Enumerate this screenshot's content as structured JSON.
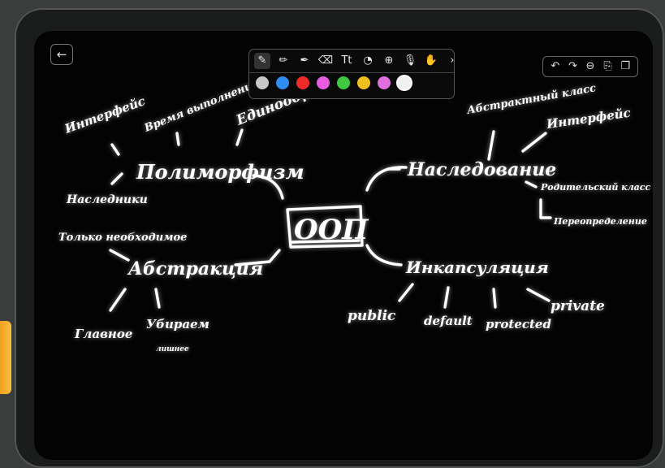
{
  "header": {
    "back_icon": "arrow-left-icon",
    "back_glyph": "←"
  },
  "toolbar": {
    "tools": [
      {
        "name": "pen-tool",
        "glyph": "✎",
        "active": true
      },
      {
        "name": "pencil-tool",
        "glyph": "✏",
        "active": false
      },
      {
        "name": "marker-tool",
        "glyph": "✒",
        "active": false
      },
      {
        "name": "eraser-tool",
        "glyph": "⌫",
        "active": false
      },
      {
        "name": "text-tool",
        "glyph": "Tt",
        "active": false
      },
      {
        "name": "shape-tool",
        "glyph": "◔",
        "active": false
      },
      {
        "name": "add-tool",
        "glyph": "⊕",
        "active": false
      },
      {
        "name": "mic-tool",
        "glyph": "🎙",
        "active": false
      },
      {
        "name": "lasso-tool",
        "glyph": "✋",
        "active": false
      },
      {
        "name": "more-tools",
        "glyph": "›",
        "active": false
      }
    ],
    "colors": [
      "#c8c8c8",
      "#2f8cf0",
      "#ee2a2a",
      "#e85ce0",
      "#40c840",
      "#f0c020",
      "#e070e0",
      "#f0f0f0"
    ],
    "selected_color": "#f0f0f0"
  },
  "right_tools": [
    {
      "name": "undo-icon",
      "glyph": "↶"
    },
    {
      "name": "redo-icon",
      "glyph": "↷"
    },
    {
      "name": "zoom-out-icon",
      "glyph": "⊖"
    },
    {
      "name": "share-icon",
      "glyph": "⎘"
    },
    {
      "name": "pages-icon",
      "glyph": "❐"
    }
  ],
  "mindmap": {
    "center": "ООП",
    "polymorphism": {
      "title": "Полиморфизм",
      "children": [
        "Интерфейс",
        "Время выполнения",
        "Единообразно",
        "Наследники"
      ]
    },
    "abstraction": {
      "title": "Абстракция",
      "children": [
        "Только необходимое",
        "Главное",
        "Убираем",
        "лишнее"
      ]
    },
    "inheritance": {
      "title": "Наследование",
      "children": [
        "Абстрактный класс",
        "Интерфейс",
        "Родительский класс",
        "Переопределение"
      ]
    },
    "encapsulation": {
      "title": "Инкапсуляция",
      "children": [
        "public",
        "default",
        "protected",
        "private"
      ]
    }
  }
}
